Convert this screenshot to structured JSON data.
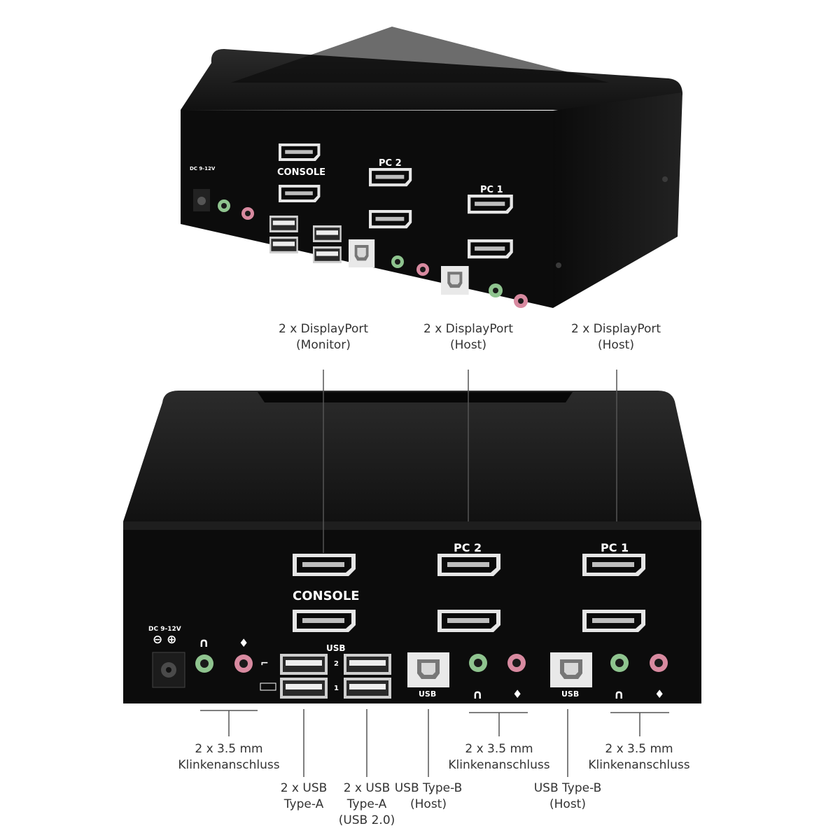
{
  "device_labels": {
    "console": "CONSOLE",
    "pc2": "PC  2",
    "pc1": "PC  1",
    "usb": "USB",
    "dc": "DC 9-12V",
    "usb_port_1": "1",
    "usb_port_2": "2"
  },
  "top_callouts": [
    {
      "line1": "2 x DisplayPort",
      "line2": "(Monitor)"
    },
    {
      "line1": "2 x DisplayPort",
      "line2": "(Host)"
    },
    {
      "line1": "2 x DisplayPort",
      "line2": "(Host)"
    }
  ],
  "bottom_callouts": [
    {
      "line1": "2 x 3.5 mm",
      "line2": "Klinkenanschluss"
    },
    {
      "line1": "2 x USB",
      "line2": "Type-A"
    },
    {
      "line1": "2 x USB",
      "line2": "Type-A",
      "line3": "(USB 2.0)"
    },
    {
      "line1": "USB Type-B",
      "line2": "(Host)"
    },
    {
      "line1": "2 x 3.5 mm",
      "line2": "Klinkenanschluss"
    },
    {
      "line1": "USB Type-B",
      "line2": "(Host)"
    },
    {
      "line1": "2 x 3.5 mm",
      "line2": "Klinkenanschluss"
    }
  ],
  "colors": {
    "body": "#141414",
    "panel": "#0c0c0c",
    "port_metal": "#e6e6e6",
    "jack_green": "#8fc48f",
    "jack_pink": "#d88aa0",
    "callout_text": "#333333"
  }
}
